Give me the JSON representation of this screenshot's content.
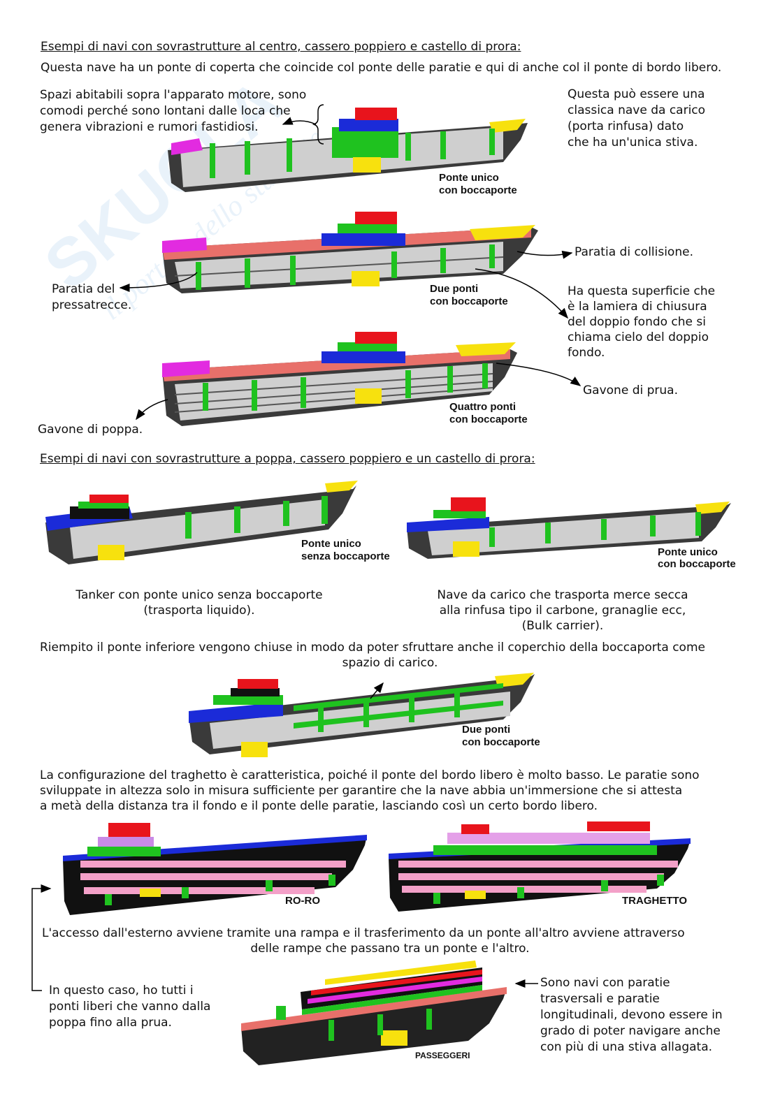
{
  "section1": {
    "heading": "Esempi di navi con sovrastrutture al centro, cassero poppiero e castello di prora:",
    "intro": "Questa nave ha un ponte di coperta che coincide col ponte delle paratie e qui di anche col il ponte di bordo libero.",
    "note_living": [
      "Spazi abitabili sopra l'apparato motore, sono",
      "comodi perché sono lontani dalle loca che",
      "genera vibrazioni e rumori fastidiosi."
    ],
    "note_bulk": [
      "Questa può essere una",
      "classica nave da carico",
      "(porta rinfusa) dato",
      "che ha un'unica stiva."
    ],
    "ship1_label": [
      "Ponte unico",
      "con boccaporte"
    ],
    "ship2_label": [
      "Due ponti",
      "con boccaporte"
    ],
    "ship3_label": [
      "Quattro ponti",
      "con boccaporte"
    ],
    "note_collision": "Paratia di collisione.",
    "note_stern_bulkhead": [
      "Paratia del",
      "pressatrecce."
    ],
    "note_double_bottom": [
      "Ha questa superficie che",
      "è la lamiera di chiusura",
      "del doppio fondo che si",
      "chiama cielo del doppio",
      "fondo."
    ],
    "note_bow_locker": "Gavone di prua.",
    "note_stern_locker": "Gavone di poppa."
  },
  "section2": {
    "heading": "Esempi di navi con sovrastrutture a poppa, cassero poppiero e un castello di prora:",
    "tanker_label": [
      "Ponte unico",
      "senza boccaporte"
    ],
    "bulk_label": [
      "Ponte unico",
      "con boccaporte"
    ],
    "tanker_caption": [
      "Tanker con ponte unico senza boccaporte",
      "(trasporta liquido)."
    ],
    "bulk_caption": [
      "Nave da carico che trasporta merce secca",
      "alla rinfusa tipo il carbone, granaglie ecc,",
      "(Bulk carrier)."
    ],
    "filling_note": [
      "Riempito il ponte inferiore vengono chiuse in modo da poter sfruttare anche il coperchio della boccaporta come",
      "spazio di carico."
    ],
    "two_decks_label": [
      "Due ponti",
      "con boccaporte"
    ],
    "ferry_note": [
      "La configurazione del traghetto è caratteristica, poiché il ponte del bordo libero è molto basso. Le paratie sono",
      "sviluppate in altezza solo in misura sufficiente per garantire che la nave abbia un'immersione che si attesta",
      "a metà della distanza tra il fondo e il ponte delle paratie, lasciando così un certo bordo libero."
    ],
    "roro_label": "RO-RO",
    "ferry_label": "TRAGHETTO",
    "access_note": [
      "L'accesso dall'esterno avviene tramite una rampa e il trasferimento da un ponte all'altro avviene attraverso",
      "delle rampe che passano tra un ponte e l'altro."
    ],
    "free_decks_note": [
      "In questo caso, ho tutti i",
      "ponti liberi che vanno dalla",
      "poppa fino alla prua."
    ],
    "passenger_label": "PASSEGGERI",
    "passenger_note": [
      "Sono navi con paratie",
      "trasversali e paratie",
      "longitudinali, devono essere in",
      "grado di poter navigare anche",
      "con più di una stiva allagata."
    ]
  },
  "watermark": {
    "text": "SKUOLA.net",
    "tagline": "il portale dello studente"
  },
  "colors": {
    "red": "#e8141c",
    "green": "#1fc21f",
    "blue": "#1b2bd8",
    "yellow": "#f7e10e",
    "magenta": "#e22be0",
    "salmon": "#e8706a",
    "hull": "#3a3a3a",
    "grey": "#bdbdbd",
    "pink": "#f3a0c8",
    "violet": "#c98ae6"
  }
}
